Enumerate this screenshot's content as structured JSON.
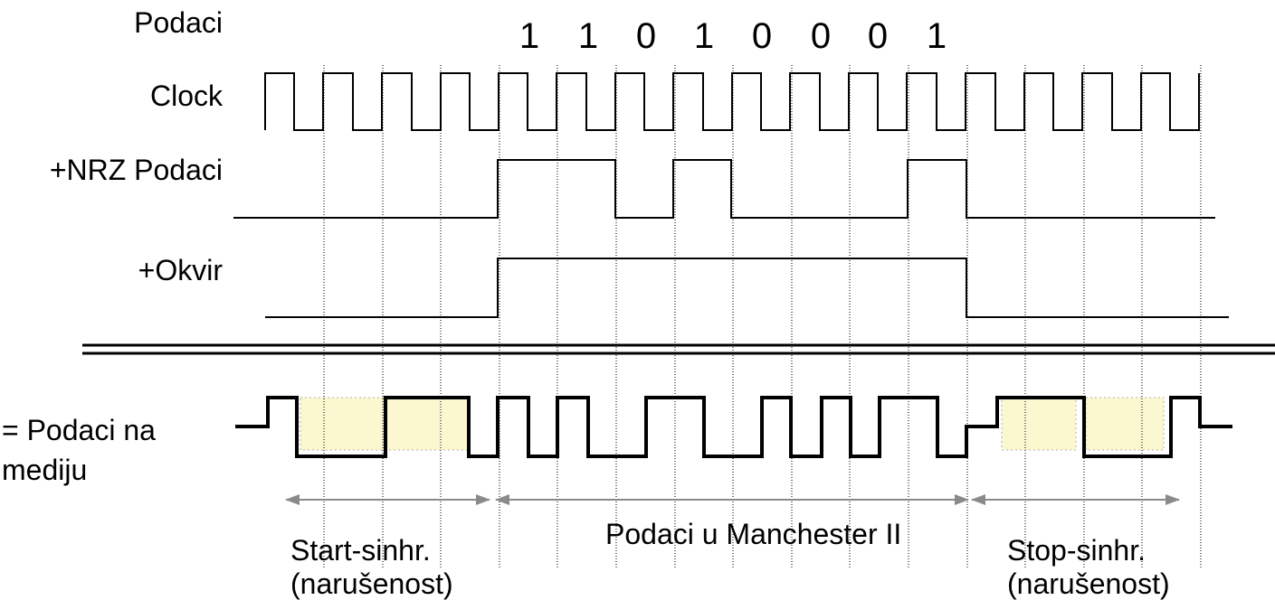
{
  "labels": {
    "data": "Podaci",
    "clock": "Clock",
    "nrz": "+NRZ Podaci",
    "frame": "+Okvir",
    "medium_line1": "= Podaci na",
    "medium_line2": "mediju"
  },
  "bits": [
    "1",
    "1",
    "0",
    "1",
    "0",
    "0",
    "0",
    "1"
  ],
  "sections": {
    "start": {
      "line1": "Start-sinhr.",
      "line2": "(narušenost)"
    },
    "data": "Podaci u Manchester II",
    "stop": {
      "line1": "Stop-sinhr.",
      "line2": "(narušenost)"
    }
  },
  "colors": {
    "highlight_fill": "#fbf7cf",
    "signal": "#000000",
    "gridline": "#7a7a7a"
  }
}
